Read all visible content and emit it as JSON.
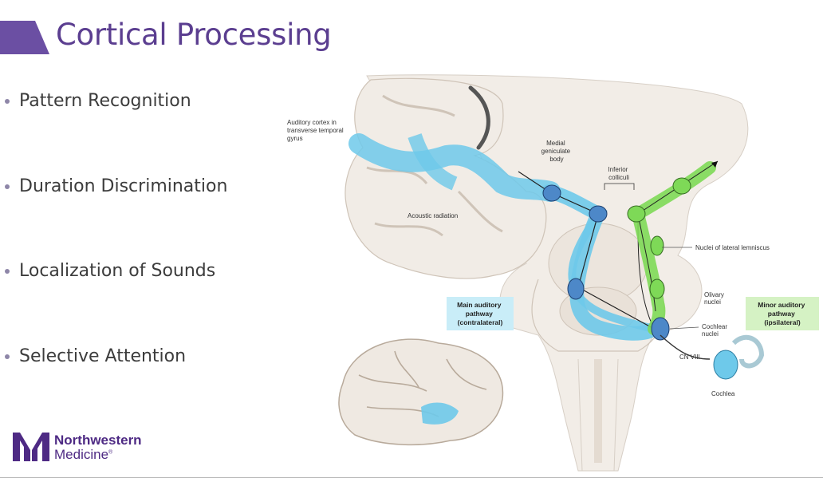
{
  "slide": {
    "title": "Cortical Processing",
    "accent_color": "#5b3e90",
    "wedge_color": "#6b4fa3"
  },
  "bullets": [
    {
      "text": "Pattern Recognition"
    },
    {
      "text": "Duration Discrimination"
    },
    {
      "text": "Localization of Sounds"
    },
    {
      "text": "Selective Attention"
    }
  ],
  "logo": {
    "mark": "NM",
    "line1": "Northwestern",
    "line2": "Medicine",
    "registered": "®"
  },
  "figure": {
    "labels": {
      "auditory_cortex": [
        "Auditory cortex in",
        "transverse temporal",
        "gyrus"
      ],
      "medial_geniculate": [
        "Medial",
        "geniculate",
        "body"
      ],
      "inferior_colliculi": [
        "Inferior",
        "colliculi"
      ],
      "acoustic_radiation": "Acoustic radiation",
      "lateral_lemniscus": "Nuclei of lateral lemniscus",
      "olivary_nuclei": [
        "Olivary",
        "nuclei"
      ],
      "cochlear_nuclei": [
        "Cochlear",
        "nuclei"
      ],
      "cn_viii": "CN VIII",
      "cochlea": "Cochlea",
      "main_pathway": [
        "Main auditory",
        "pathway",
        "(contralateral)"
      ],
      "minor_pathway": [
        "Minor auditory",
        "pathway",
        "(ipsilateral)"
      ]
    },
    "colors": {
      "main_pathway": "#6ec9ea",
      "minor_pathway": "#7ed957",
      "main_box": "#c9edf8",
      "minor_box": "#d5f2c4",
      "nucleus": "#4d88c8",
      "brain": "#efe9e2"
    }
  }
}
